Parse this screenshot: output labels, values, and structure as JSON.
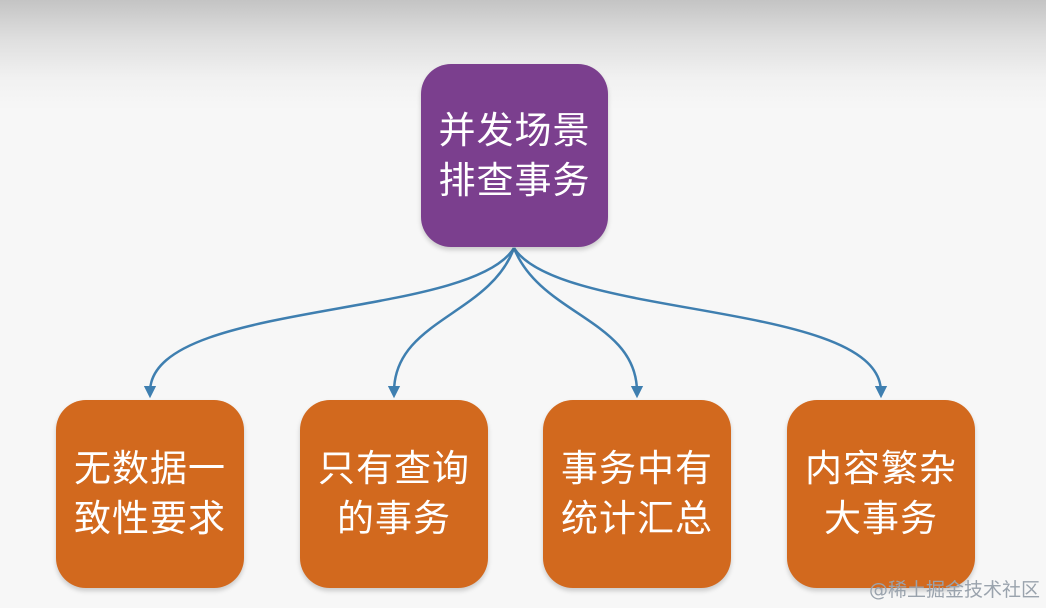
{
  "diagram": {
    "root": {
      "label": "并发场景\n排查事务",
      "color": "#7b3f8e"
    },
    "children": [
      {
        "label": "无数据一\n致性要求",
        "color": "#d2691e"
      },
      {
        "label": "只有查询\n的事务",
        "color": "#d2691e"
      },
      {
        "label": "事务中有\n统计汇总",
        "color": "#d2691e"
      },
      {
        "label": "内容繁杂\n大事务",
        "color": "#d2691e"
      }
    ],
    "connector_color": "#3f7fb0"
  },
  "watermark": "@稀土掘金技术社区"
}
